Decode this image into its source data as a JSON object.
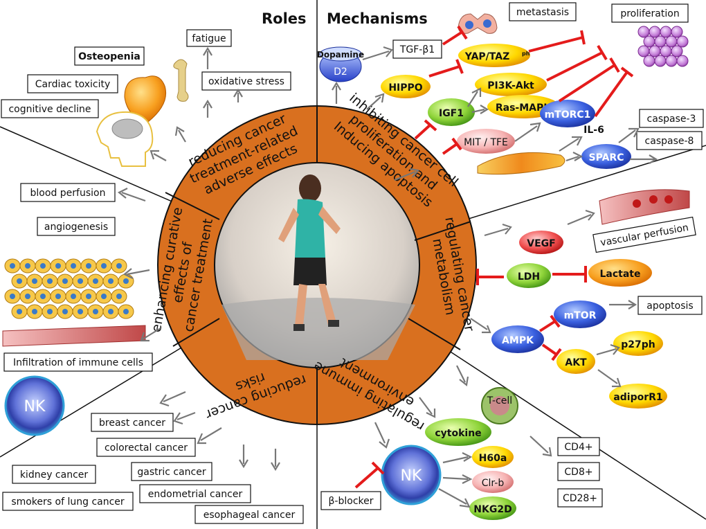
{
  "headings": {
    "roles": "Roles",
    "mechanisms": "Mechanisms"
  },
  "ring": {
    "adverse": [
      "reducing cancer",
      "treatment-related",
      "adverse effects"
    ],
    "inhibiting": [
      "inhibiting cancer cell",
      "proliferation and",
      "Inducing apoptosis"
    ],
    "metabolism": [
      "regulating cancer",
      "metabolism"
    ],
    "immune": [
      "regulating immune",
      "environment"
    ],
    "risks": [
      "reducing cancer",
      "risks"
    ],
    "curative": [
      "enhancing curative",
      "effects of",
      "cancer treatment"
    ]
  },
  "roles_adverse": {
    "fatigue": "fatigue",
    "osteopenia": "Osteopenia",
    "cardiac": "Cardiac toxicity",
    "oxidative": "oxidative stress",
    "cognitive": "cognitive decline"
  },
  "roles_curative": {
    "blood": "blood perfusion",
    "angio": "angiogenesis",
    "infiltration": "Infiltration of immune cells",
    "nk": "NK"
  },
  "roles_risks": {
    "breast": "breast cancer",
    "colorectal": "colorectal cancer",
    "kidney": "kidney cancer",
    "gastric": "gastric cancer",
    "smokers": "smokers of lung cancer",
    "endometrial": "endometrial cancer",
    "esophageal": "esophageal cancer"
  },
  "mech_inhibit": {
    "metastasis": "metastasis",
    "proliferation": "proliferation",
    "tgf": "TGF-β1",
    "dopamine": "Dopamine",
    "d2": "D2",
    "yap": "YAP/TAZ",
    "yap_sub": "ph",
    "hippo": "HIPPO",
    "pi3k": "PI3K-Akt",
    "ras": "Ras-MAPK",
    "igf1": "IGF1",
    "mtorc1": "mTORC1",
    "mit": "MIT / TFE",
    "il6": "IL-6",
    "casp3": "caspase-3",
    "casp8": "caspase-8",
    "sparc": "SPARC"
  },
  "mech_metab": {
    "vegf": "VEGF",
    "vascular": "vascular perfusion",
    "ldh": "LDH",
    "lactate": "Lactate",
    "mtor": "mTOR",
    "apoptosis": "apoptosis",
    "ampk": "AMPK",
    "akt": "AKT",
    "p27": "p27ph",
    "adipor": "adiporR1"
  },
  "mech_immune": {
    "tcell": "T-cell",
    "cytokine": "cytokine",
    "cd4": "CD4+",
    "cd8": "CD8+",
    "cd28": "CD28+",
    "nk": "NK",
    "h60a": "H60a",
    "clrb": "Clr-b",
    "nkg2d": "NKG2D",
    "beta": "β-blocker"
  },
  "colors": {
    "ring": "#d9701f",
    "inhibit": "#e41b1b",
    "gray_arrow": "#777777"
  }
}
